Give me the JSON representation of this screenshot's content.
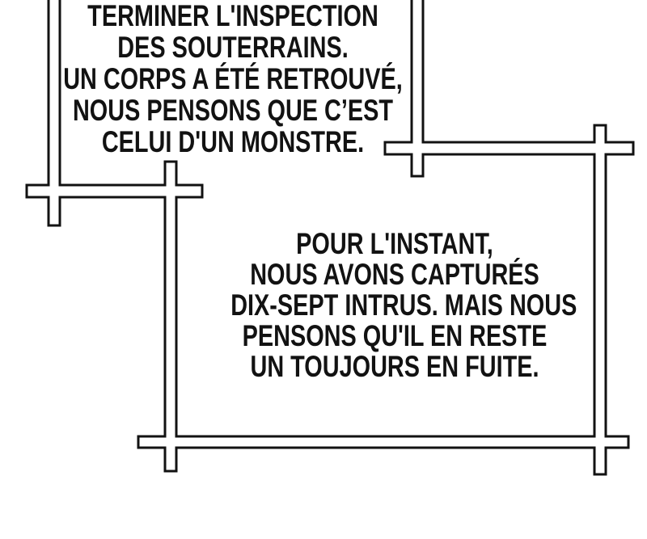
{
  "panel": {
    "type": "webtoon-comic-panel",
    "background_color": "#ffffff",
    "ink_color": "#121212"
  },
  "captions": {
    "top": {
      "lines": {
        "0": "TERMINER L'INSPECTION",
        "1": "DES SOUTERRAINS.",
        "2": "UN CORPS A ÉTÉ RETROUVÉ,",
        "3": "NOUS PENSONS QUE C’EST",
        "4": "CELUI D'UN MONSTRE."
      }
    },
    "bottom": {
      "lines": {
        "0": "POUR L'INSTANT,",
        "1": "NOUS AVONS CAPTURÉS",
        "2": "DIX-SEPT INTRUS. MAIS NOUS",
        "3": "PENSONS QU'IL EN RESTE",
        "4": "UN TOUJOURS EN FUITE."
      }
    }
  }
}
